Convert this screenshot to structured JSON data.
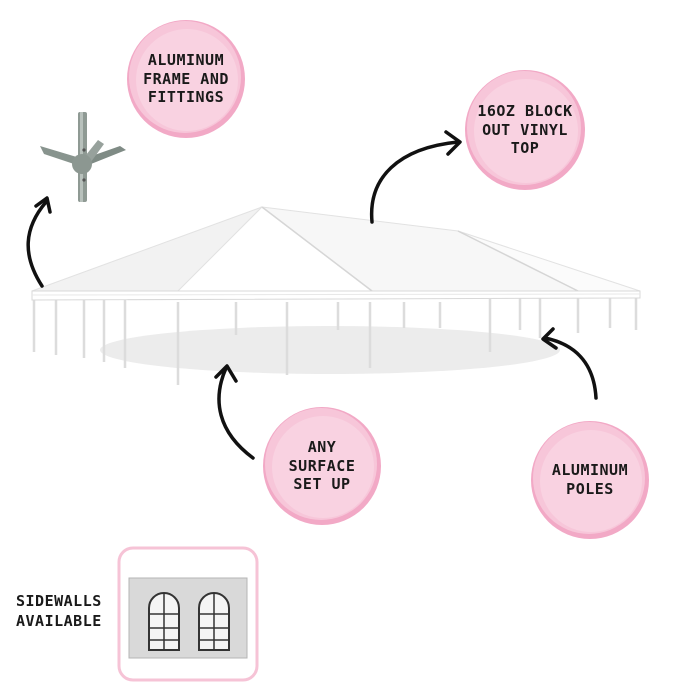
{
  "badges": {
    "frame": "ALUMINUM\nFRAME AND\nFITTINGS",
    "top": "16OZ BLOCK\nOUT VINYL\nTOP",
    "surface": "ANY\nSURFACE\nSET UP",
    "poles": "ALUMINUM\nPOLES"
  },
  "sidewalls": "SIDEWALLS\nAVAILABLE",
  "colors": {
    "badge_pink": "#f7c6d9",
    "badge_pink_dark": "#f2a9c6",
    "frame_pink": "#f6c3d6",
    "arrow": "#111111",
    "tent": "#ffffff"
  }
}
